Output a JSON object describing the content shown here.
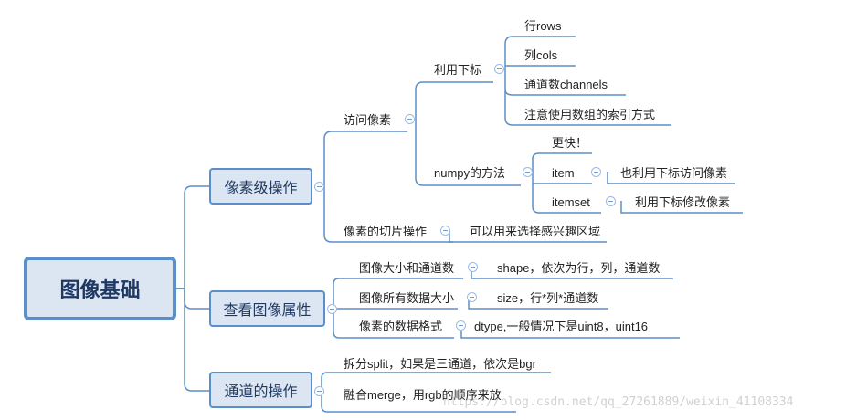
{
  "root": "图像基础",
  "branches": {
    "pixel_ops": {
      "label": "像素级操作",
      "access_pixels": {
        "label": "访问像素",
        "subscript": {
          "label": "利用下标",
          "items": [
            "行rows",
            "列cols",
            "通道数channels",
            "注意使用数组的索引方式"
          ]
        },
        "numpy": {
          "label": "numpy的方法",
          "faster": "更快！",
          "item": "item",
          "item_desc": "也利用下标访问像素",
          "itemset": "itemset",
          "itemset_desc": "利用下标修改像素"
        }
      },
      "slicing": {
        "label": "像素的切片操作",
        "desc": "可以用来选择感兴趣区域"
      }
    },
    "properties": {
      "label": "查看图像属性",
      "rows": [
        {
          "label": "图像大小和通道数",
          "desc": "shape，依次为行，列，通道数"
        },
        {
          "label": "图像所有数据大小",
          "desc": "size，行*列*通道数"
        },
        {
          "label": "像素的数据格式",
          "desc": "dtype,一般情况下是uint8，uint16"
        }
      ]
    },
    "channels": {
      "label": "通道的操作",
      "items": [
        "拆分split，如果是三通道，依次是bgr",
        "融合merge，用rgb的顺序来放"
      ]
    }
  },
  "watermark": "https://blog.csdn.net/qq_27261889/weixin_41108334",
  "colors": {
    "line": "#4a86c8",
    "node_fill": "#dce6f2",
    "node_border": "#5b8fc9",
    "toggle": "#9bbbe0"
  }
}
